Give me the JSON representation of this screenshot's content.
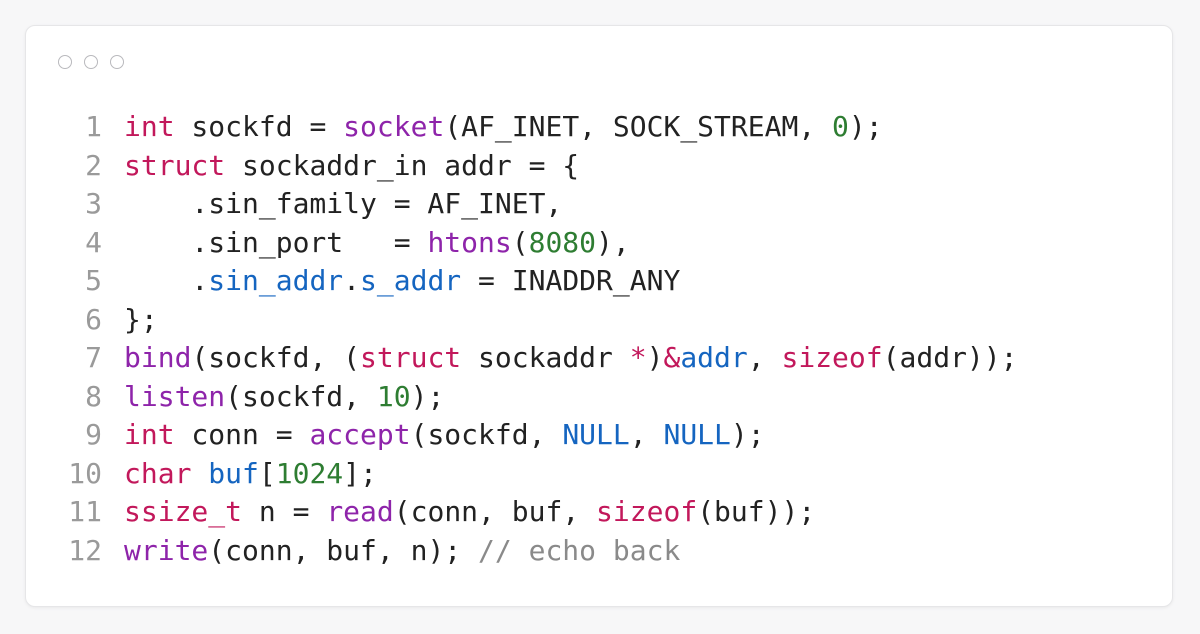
{
  "window": {
    "controls": [
      "close",
      "minimize",
      "maximize"
    ]
  },
  "colors": {
    "keyword": "#c2185b",
    "function": "#8e24aa",
    "number": "#2e7d32",
    "constant": "#1565c0",
    "comment": "#8a8a8a",
    "plain": "#222222",
    "line_number": "#9a9a9a"
  },
  "code": {
    "lines": [
      {
        "n": "1",
        "tokens": [
          [
            "kw",
            "int"
          ],
          [
            "pl",
            " sockfd = "
          ],
          [
            "fn",
            "socket"
          ],
          [
            "pl",
            "(AF_INET, SOCK_STREAM, "
          ],
          [
            "num",
            "0"
          ],
          [
            "pl",
            ");"
          ]
        ]
      },
      {
        "n": "2",
        "tokens": [
          [
            "kw",
            "struct"
          ],
          [
            "pl",
            " sockaddr_in addr = {"
          ]
        ]
      },
      {
        "n": "3",
        "tokens": [
          [
            "pl",
            "    .sin_family = AF_INET,"
          ]
        ]
      },
      {
        "n": "4",
        "tokens": [
          [
            "pl",
            "    .sin_port   = "
          ],
          [
            "fn",
            "htons"
          ],
          [
            "pl",
            "("
          ],
          [
            "num",
            "8080"
          ],
          [
            "pl",
            "),"
          ]
        ]
      },
      {
        "n": "5",
        "tokens": [
          [
            "pl",
            "    ."
          ],
          [
            "const",
            "sin_addr"
          ],
          [
            "pl",
            "."
          ],
          [
            "const",
            "s_addr"
          ],
          [
            "pl",
            " = INADDR_ANY"
          ]
        ]
      },
      {
        "n": "6",
        "tokens": [
          [
            "pl",
            "};"
          ]
        ]
      },
      {
        "n": "7",
        "tokens": [
          [
            "fn",
            "bind"
          ],
          [
            "pl",
            "(sockfd, ("
          ],
          [
            "kw",
            "struct"
          ],
          [
            "pl",
            " sockaddr "
          ],
          [
            "kw",
            "*"
          ],
          [
            "pl",
            ")"
          ],
          [
            "kw",
            "&"
          ],
          [
            "const",
            "addr"
          ],
          [
            "pl",
            ", "
          ],
          [
            "kw",
            "sizeof"
          ],
          [
            "pl",
            "(addr));"
          ]
        ]
      },
      {
        "n": "8",
        "tokens": [
          [
            "fn",
            "listen"
          ],
          [
            "pl",
            "(sockfd, "
          ],
          [
            "num",
            "10"
          ],
          [
            "pl",
            ");"
          ]
        ]
      },
      {
        "n": "9",
        "tokens": [
          [
            "kw",
            "int"
          ],
          [
            "pl",
            " conn = "
          ],
          [
            "fn",
            "accept"
          ],
          [
            "pl",
            "(sockfd, "
          ],
          [
            "const",
            "NULL"
          ],
          [
            "pl",
            ", "
          ],
          [
            "const",
            "NULL"
          ],
          [
            "pl",
            ");"
          ]
        ]
      },
      {
        "n": "10",
        "tokens": [
          [
            "kw",
            "char"
          ],
          [
            "pl",
            " "
          ],
          [
            "const",
            "buf"
          ],
          [
            "pl",
            "["
          ],
          [
            "num",
            "1024"
          ],
          [
            "pl",
            "];"
          ]
        ]
      },
      {
        "n": "11",
        "tokens": [
          [
            "kw",
            "ssize_t"
          ],
          [
            "pl",
            " n = "
          ],
          [
            "fn",
            "read"
          ],
          [
            "pl",
            "(conn, buf, "
          ],
          [
            "kw",
            "sizeof"
          ],
          [
            "pl",
            "(buf));"
          ]
        ]
      },
      {
        "n": "12",
        "tokens": [
          [
            "fn",
            "write"
          ],
          [
            "pl",
            "(conn, buf, n); "
          ],
          [
            "cm",
            "// echo back"
          ]
        ]
      }
    ]
  }
}
